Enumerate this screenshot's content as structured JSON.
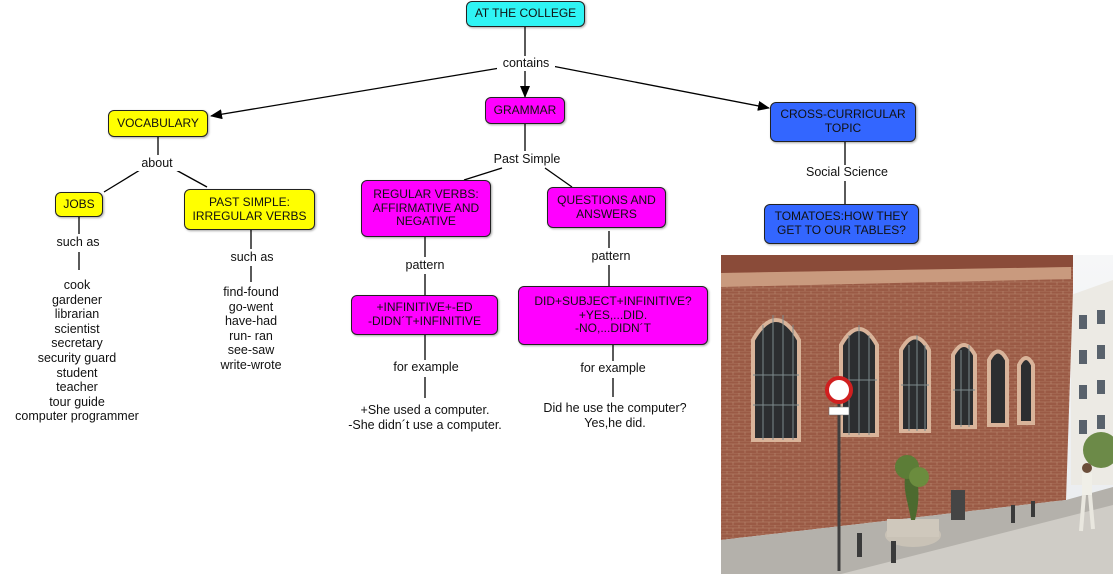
{
  "colors": {
    "cyan": "#2ff4f4",
    "yellow": "#ffff00",
    "magenta": "#ff00ff",
    "blue": "#3366ff"
  },
  "root": {
    "label": "AT THE COLLEGE"
  },
  "link_contains": "contains",
  "vocabulary": {
    "label": "VOCABULARY",
    "link_about": "about",
    "jobs": {
      "label": "JOBS",
      "link": "such as",
      "items": [
        "cook",
        "gardener",
        "librarian",
        "scientist",
        "secretary",
        "security guard",
        "student",
        "teacher",
        "tour guide",
        "computer programmer"
      ]
    },
    "irregular": {
      "label": "PAST SIMPLE:\nIRREGULAR VERBS",
      "link": "such as",
      "items": [
        "find-found",
        "go-went",
        "have-had",
        "run- ran",
        "see-saw",
        "write-wrote"
      ]
    }
  },
  "grammar": {
    "label": "GRAMMAR",
    "link_past": "Past Simple",
    "regular": {
      "label": "REGULAR VERBS:\nAFFIRMATIVE AND\nNEGATIVE",
      "link_pattern": "pattern",
      "pattern": "+INFINITIVE+-ED\n-DIDN´T+INFINITIVE",
      "link_example": "for example",
      "examples": [
        "+She used a computer.",
        "-She didn´t use a computer."
      ]
    },
    "questions": {
      "label": "QUESTIONS AND\nANSWERS",
      "link_pattern": "pattern",
      "pattern": "DID+SUBJECT+INFINITIVE?\n+YES,...DID.\n-NO,...DIDN´T",
      "link_example": "for example",
      "examples": [
        "Did he use the computer?",
        "Yes,he did."
      ]
    }
  },
  "cross": {
    "label": "CROSS-CURRICULAR\nTOPIC",
    "link": "Social Science",
    "tomatoes": "TOMATOES:HOW THEY\nGET TO OUR TABLES?"
  },
  "photo": {
    "icon": "building-photo"
  }
}
